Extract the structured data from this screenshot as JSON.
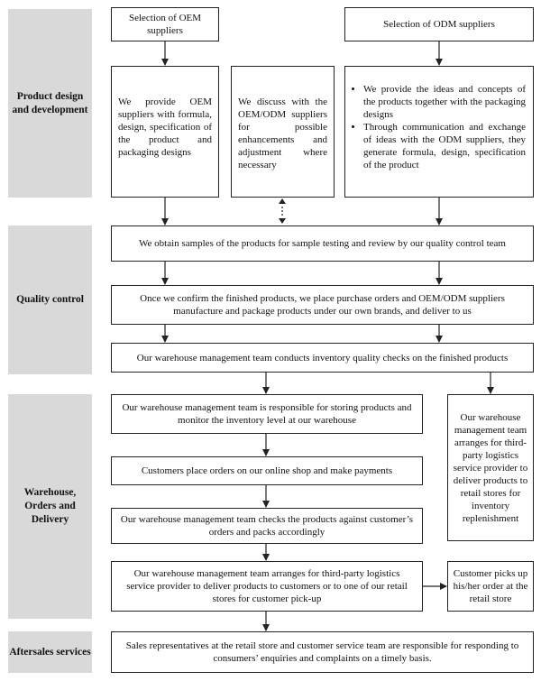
{
  "sections": {
    "product": "Product design and development",
    "quality": "Quality control",
    "warehouse": "Warehouse, Orders and Delivery",
    "aftersales": "Aftersales services"
  },
  "boxes": {
    "oem_selection": "Selection of OEM suppliers",
    "odm_selection": "Selection of ODM suppliers",
    "oem_provide": "We provide OEM suppliers with formula, design, specification of the product and packaging designs",
    "discuss": "We discuss with the OEM/ODM suppliers for possible enhancements and adjustment where necessary",
    "odm_bullets": [
      "We provide the ideas and concepts of the products together with the packaging designs",
      "Through communication and exchange of ideas with the ODM suppliers, they generate formula, design, specification of the product"
    ],
    "samples": "We obtain samples of the products for sample testing and review by our quality control team",
    "confirm": "Once we confirm the finished products, we place purchase orders and OEM/ODM suppliers manufacture and package products under our own brands, and deliver to us",
    "inventory_checks": "Our warehouse management team conducts inventory quality checks on the finished products",
    "storing": "Our warehouse management team is responsible for storing products and monitor the inventory level at our warehouse",
    "orders": "Customers place orders on our online shop and make payments",
    "checks_packs": "Our warehouse management team checks the products against customer’s orders and packs accordingly",
    "logistics": "Our warehouse management team arranges for third-party logistics service provider to deliver products to customers or to one of our retail stores for customer pick-up",
    "replenish": "Our warehouse management team arranges for third-party logistics service provider to deliver products to retail stores for inventory replenishment",
    "pickup": "Customer picks up his/her order at the retail store",
    "aftersales_text": "Sales representatives at the retail store and customer service team are responsible for responding to consumers’ enquiries and complaints on a timely basis."
  }
}
